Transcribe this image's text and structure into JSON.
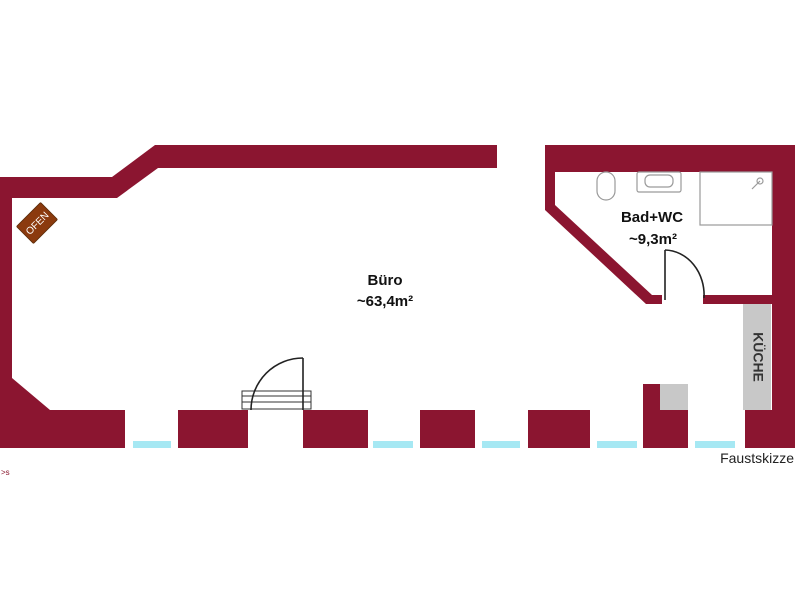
{
  "colors": {
    "wall": "#8b1530",
    "window": "#a6e8f3",
    "kitchen": "#c8c8c8",
    "stove": "#8b3a0e"
  },
  "rooms": {
    "office": {
      "name": "Büro",
      "area": "~63,4m²"
    },
    "bath": {
      "name": "Bad+WC",
      "area": "~9,3m²"
    },
    "kitchen": {
      "name": "KÜCHE"
    }
  },
  "stove": {
    "label": "OFEN"
  },
  "caption": "Faustskizze",
  "edge_mark": ">s"
}
